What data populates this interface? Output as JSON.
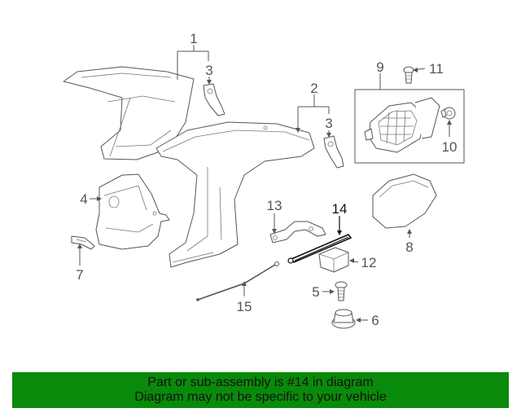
{
  "callouts": {
    "c1": "1",
    "c2": "2",
    "c3a": "3",
    "c3b": "3",
    "c4": "4",
    "c5": "5",
    "c6": "6",
    "c7": "7",
    "c8": "8",
    "c9": "9",
    "c10": "10",
    "c11": "11",
    "c12": "12",
    "c13": "13",
    "c14": "14",
    "c15": "15"
  },
  "highlight_part": "14",
  "colors": {
    "banner": "#0a8a0a",
    "line": "#555555",
    "highlight": "#111111"
  },
  "footer": {
    "line1": "Part or sub-assembly is #14 in diagram",
    "line2": "Diagram may not be specific to your vehicle"
  }
}
